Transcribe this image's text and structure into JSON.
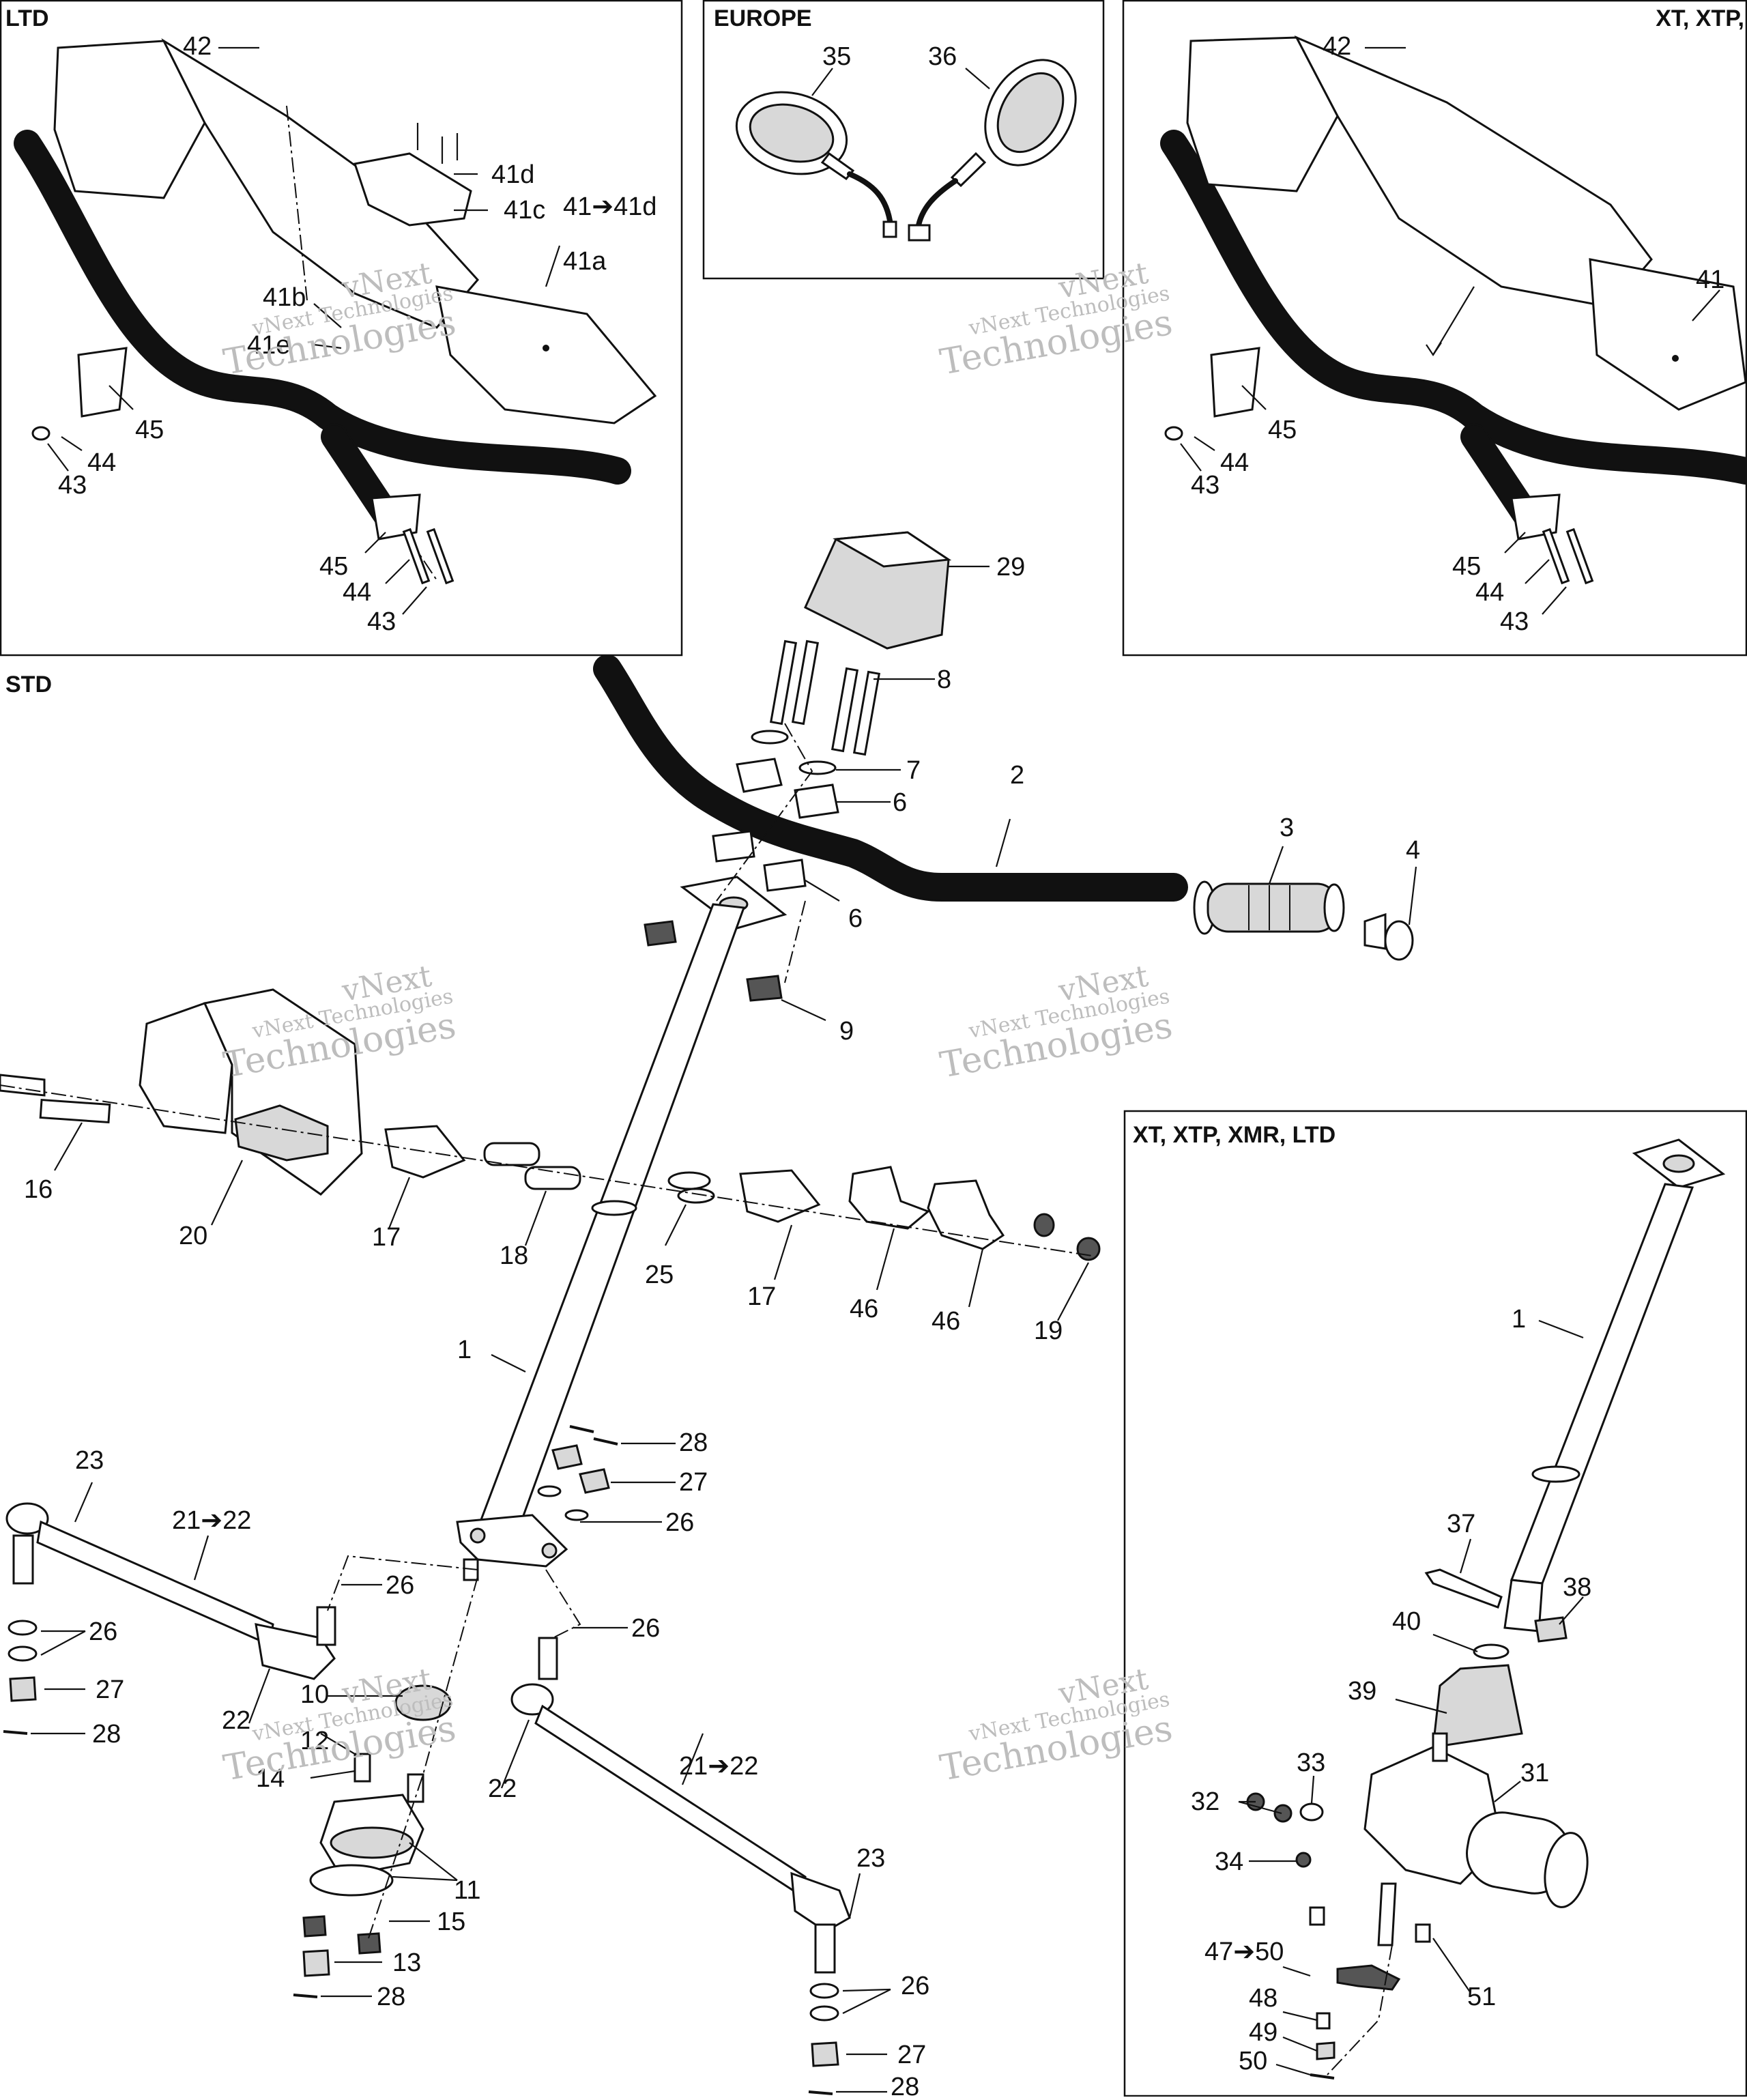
{
  "sections": {
    "ltd": "LTD",
    "europe": "EUROPE",
    "xt_top": "XT, XTP,",
    "std": "STD",
    "xt_bottom": "XT, XTP, XMR, LTD"
  },
  "watermark": {
    "line1": "vNext",
    "line2": "vNext Technologies",
    "line3": "Technologies"
  },
  "labels": {
    "ltd_42": "42",
    "ltd_41d": "41d",
    "ltd_41c": "41c",
    "ltd_41_41d": "41➔41d",
    "ltd_41a": "41a",
    "ltd_41b": "41b",
    "ltd_41e": "41e",
    "ltd_45a": "45",
    "ltd_44a": "44",
    "ltd_43a": "43",
    "ltd_45b": "45",
    "ltd_44b": "44",
    "ltd_43b": "43",
    "eu_35": "35",
    "eu_36": "36",
    "xt_42": "42",
    "xt_41": "41",
    "xt_45a": "45",
    "xt_44a": "44",
    "xt_43a": "43",
    "xt_45b": "45",
    "xt_44b": "44",
    "xt_43b": "43",
    "p29": "29",
    "p8": "8",
    "p7": "7",
    "p6a": "6",
    "p6b": "6",
    "p2": "2",
    "p3": "3",
    "p4": "4",
    "p9": "9",
    "p16": "16",
    "p20": "20",
    "p17a": "17",
    "p18": "18",
    "p25": "25",
    "p17b": "17",
    "p46a": "46",
    "p46b": "46",
    "p19": "19",
    "p1": "1",
    "p28a": "28",
    "p27a": "27",
    "p26a": "26",
    "p23a": "23",
    "p21a": "21➔22",
    "p26b": "26",
    "p26c": "26",
    "p27b": "27",
    "p28b": "28",
    "p22a": "22",
    "p26d": "26",
    "p10": "10",
    "p12": "12",
    "p14": "14",
    "p22b": "22",
    "p21b": "21➔22",
    "p11": "11",
    "p15": "15",
    "p13": "13",
    "p28c": "28",
    "p23b": "23",
    "p26e": "26",
    "p27c": "27",
    "p28d": "28",
    "x1": "1",
    "x37": "37",
    "x38": "38",
    "x40": "40",
    "x39": "39",
    "x33": "33",
    "x31": "31",
    "x32": "32",
    "x34": "34",
    "x47": "47➔50",
    "x48": "48",
    "x49": "49",
    "x50": "50",
    "x51": "51"
  }
}
